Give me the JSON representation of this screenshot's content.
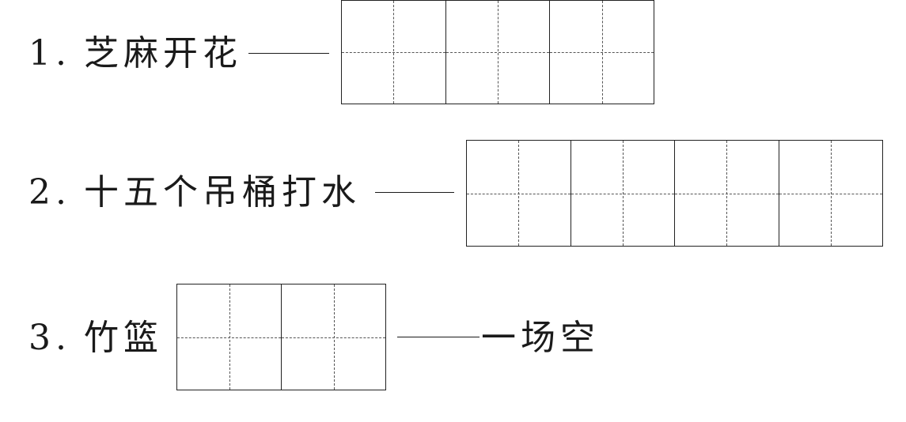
{
  "items": [
    {
      "number": "1.",
      "prefix": "芝麻开花",
      "dash": "——",
      "suffix": "",
      "blank_cells": 3
    },
    {
      "number": "2.",
      "prefix": "十五个吊桶打水",
      "dash": "——",
      "suffix": "",
      "blank_cells": 4
    },
    {
      "number": "3.",
      "prefix": "竹篮",
      "dash": "——",
      "suffix": "一场空",
      "blank_cells": 2
    }
  ]
}
